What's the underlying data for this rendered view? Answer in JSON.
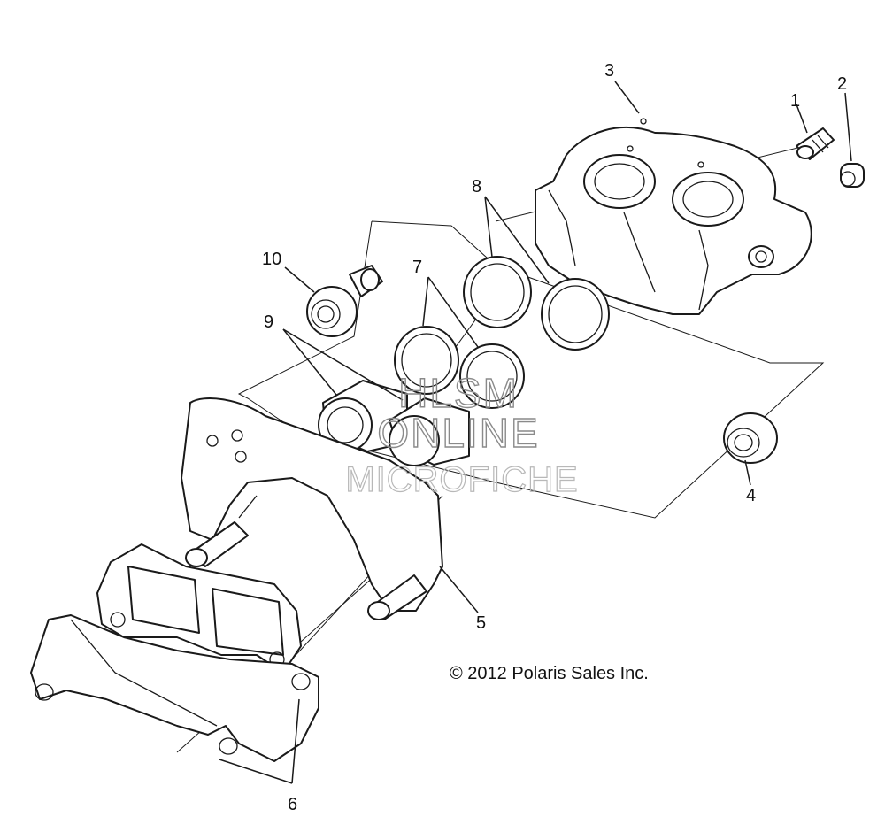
{
  "diagram": {
    "callouts": [
      "1",
      "2",
      "3",
      "4",
      "5",
      "6",
      "7",
      "8",
      "9",
      "10"
    ],
    "copyright": "© 2012 Polaris Sales Inc.",
    "watermark": {
      "line1": "HLSM",
      "line2": "ONLINE",
      "line3": "MICROFICHE"
    }
  }
}
